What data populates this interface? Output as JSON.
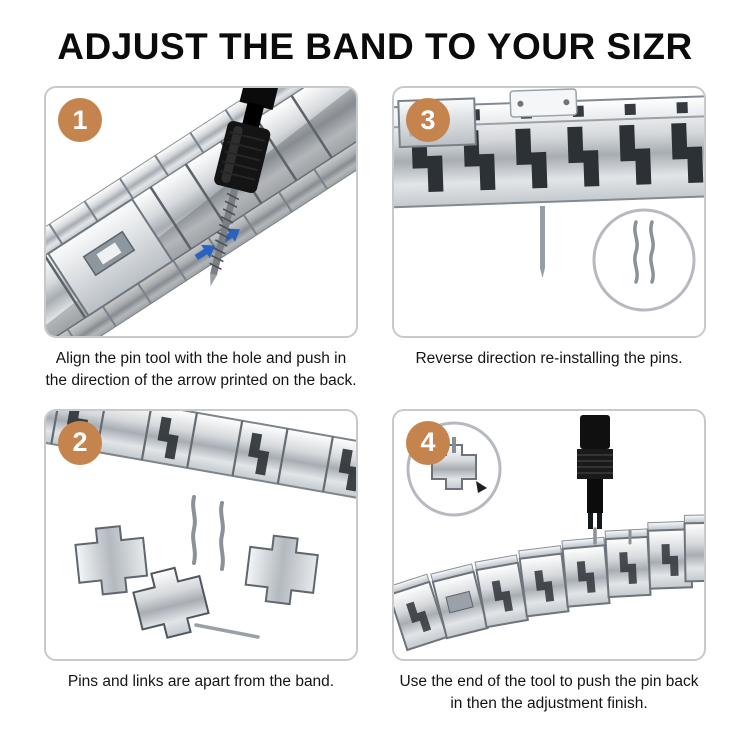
{
  "title": "ADJUST THE BAND TO YOUR SIZR",
  "steps": [
    {
      "number": "1",
      "caption": "Align the pin tool with the hole and push in the direction of the arrow printed on the back."
    },
    {
      "number": "3",
      "caption": "Reverse direction re-installing the pins."
    },
    {
      "number": "2",
      "caption": "Pins and links are apart from the band."
    },
    {
      "number": "4",
      "caption": "Use the end of the tool to push the pin back in then the adjustment finish."
    }
  ],
  "icons": [
    "step-number-badge",
    "watch-band-illustration",
    "pin-removal-tool-icon",
    "blue-direction-arrow-icon",
    "loose-pin-icon",
    "magnifier-circle",
    "link-piece-icon",
    "fork-tool-icon"
  ],
  "colors": {
    "badge": "#c5834e",
    "panel_border": "#c9c9c9",
    "caption_text": "#141414",
    "title_text": "#0b0b0b",
    "arrow_blue": "#2a62c4"
  }
}
